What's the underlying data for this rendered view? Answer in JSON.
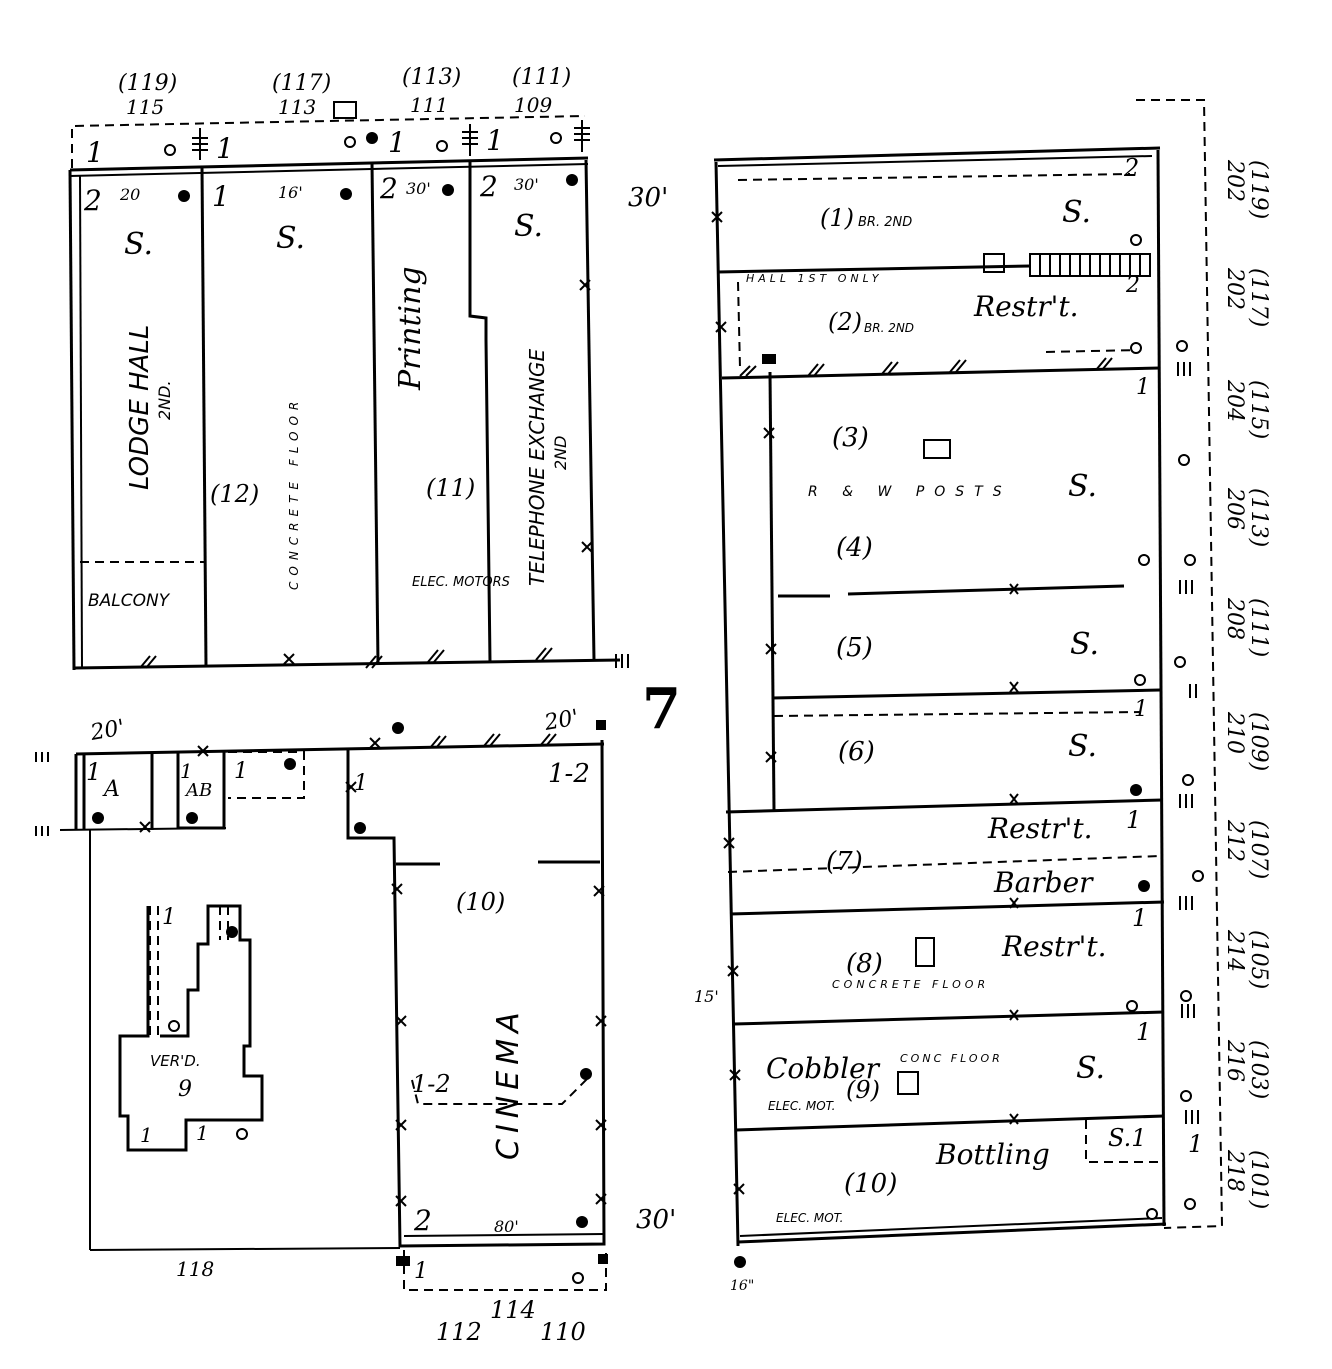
{
  "sheet_number": "7",
  "left_block": {
    "top_addresses": [
      {
        "old": "(119)",
        "new": "115"
      },
      {
        "old": "(117)",
        "new": "113"
      },
      {
        "old": "(113)",
        "new": "111"
      },
      {
        "old": "(111)",
        "new": "109"
      }
    ],
    "street_width": "30'",
    "lodge_hall": {
      "label": "LODGE HALL",
      "floor": "2ND.",
      "stories": "2",
      "balcony": "BALCONY"
    },
    "concrete_floor": {
      "label": "CONCRETE FLOOR",
      "number": "(12)",
      "stories": "1"
    },
    "printing": {
      "label": "Printing",
      "number": "(11)",
      "elec": "ELEC. MOTORS",
      "stories": "2"
    },
    "telephone": {
      "label": "TELEPHONE EXCHANGE",
      "floor": "2ND",
      "stories": "2"
    },
    "story_mark": "S.",
    "front_widths": [
      "20",
      "16'",
      "30'",
      "30'"
    ],
    "side_dim": "20'"
  },
  "lower_left": {
    "unit_a": "A",
    "unit_ab": "AB",
    "veranda": {
      "label": "VER'D.",
      "number": "9"
    },
    "cinema": {
      "label": "CINEMA",
      "number": "(10)",
      "stories_top": "1-2",
      "stories_mid": "1-2",
      "stories_bottom": "2",
      "width": "80'"
    },
    "side_dim_left": "20'",
    "side_dim_right": "20'",
    "bottom_dim": "118",
    "bottom_addresses": [
      "112",
      "114",
      "110"
    ],
    "right_street": "30'"
  },
  "right_block": {
    "street_width": "30'",
    "units": [
      {
        "num": "(1)",
        "note": "BR. 2ND"
      },
      {
        "num": "(2)",
        "note": "BR. 2ND",
        "use": "Restr't."
      },
      {
        "num": "(3)",
        "note": "R & W POSTS"
      },
      {
        "num": "(4)"
      },
      {
        "num": "(5)"
      },
      {
        "num": "(6)"
      },
      {
        "num": "(7)",
        "use": "Restr't."
      },
      {
        "use": "Barber"
      },
      {
        "num": "(8)",
        "note": "CONCRETE FLOOR",
        "use": "Restr't."
      },
      {
        "num": "(9)",
        "use": "Cobbler",
        "note": "CONC FLOOR",
        "elec": "ELEC. MOT."
      },
      {
        "num": "(10)",
        "use": "Bottling",
        "elec": "ELEC. MOT.",
        "stories": "S.1"
      }
    ],
    "hall_note": "HALL 1ST ONLY",
    "side_addresses": [
      {
        "new": "202",
        "old": "(119)"
      },
      {
        "new": "202",
        "old": "(117)"
      },
      {
        "new": "204",
        "old": "(115)"
      },
      {
        "new": "206",
        "old": "(113)"
      },
      {
        "new": "208",
        "old": "(111)"
      },
      {
        "new": "210",
        "old": "(109)"
      },
      {
        "new": "212",
        "old": "(107)"
      },
      {
        "new": "214",
        "old": "(105)"
      },
      {
        "new": "216",
        "old": "(103)"
      },
      {
        "new": "218",
        "old": "(101)"
      }
    ],
    "bottom_dim": "16\""
  }
}
